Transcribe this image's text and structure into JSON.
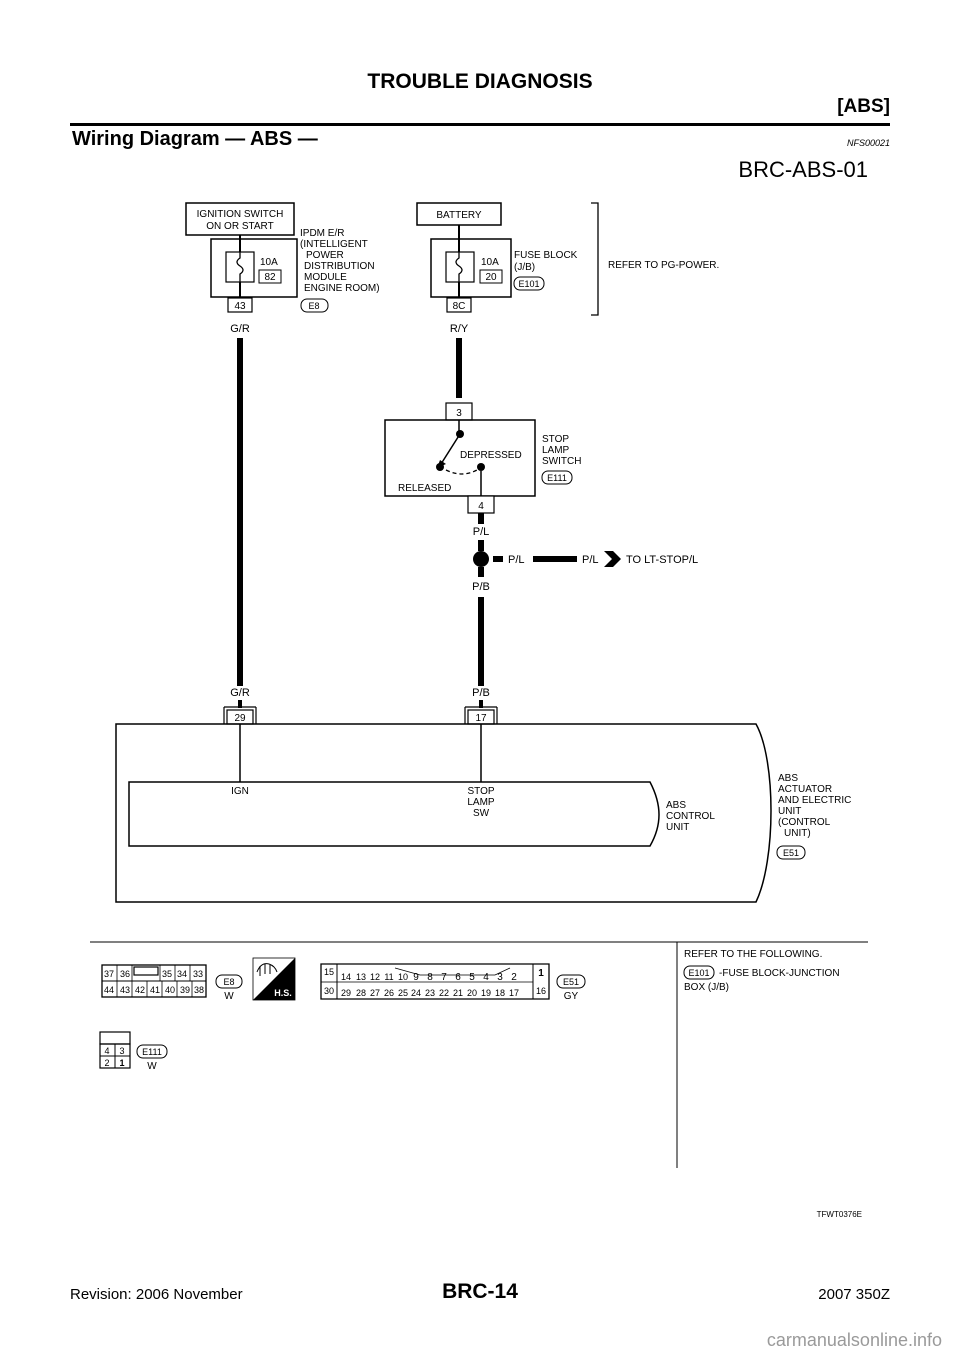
{
  "header": {
    "title": "TROUBLE DIAGNOSIS",
    "section": "[ABS]"
  },
  "section": {
    "title": "Wiring Diagram — ABS —",
    "code": "NFS00021"
  },
  "diagram": {
    "id": "BRC-ABS-01",
    "ignition_switch": [
      "IGNITION SWITCH",
      "ON OR START"
    ],
    "ipdm_label": [
      "IPDM E/R",
      "(INTELLIGENT",
      "POWER",
      "DISTRIBUTION",
      "MODULE",
      "ENGINE ROOM)"
    ],
    "ipdm_fuse": {
      "amps": "10A",
      "number": "82",
      "terminal": "43",
      "connector": "E8"
    },
    "battery": "BATTERY",
    "fuse_block_label": [
      "FUSE BLOCK",
      "(J/B)"
    ],
    "fuse_block_fuse": {
      "amps": "10A",
      "number": "20",
      "terminal": "8C",
      "connector": "E101"
    },
    "power_ref": "REFER TO PG-POWER.",
    "wire_ign": "G/R",
    "wire_batt": "R/Y",
    "stop_lamp": {
      "terminal_in": "3",
      "terminal_out": "4",
      "depressed": "DEPRESSED",
      "released": "RELEASED",
      "label": [
        "STOP",
        "LAMP",
        "SWITCH"
      ],
      "connector": "E111"
    },
    "wire_pl": "P/L",
    "wire_pl_branch": "P/L",
    "wire_pl_branch2": "P/L",
    "to_stop": "TO LT-STOP/L",
    "wire_pb": "P/B",
    "wire_gr_bottom": "G/R",
    "wire_pb_bottom": "P/B",
    "abs_terminal_ign": "29",
    "abs_terminal_stop": "17",
    "abs_input_ign": "IGN",
    "abs_input_stop": [
      "STOP",
      "LAMP",
      "SW"
    ],
    "abs_control_unit": [
      "ABS",
      "CONTROL",
      "UNIT"
    ],
    "abs_actuator": [
      "ABS",
      "ACTUATOR",
      "AND ELECTRIC",
      "UNIT",
      "(CONTROL",
      "UNIT)"
    ],
    "abs_connector": "E51"
  },
  "connectors": {
    "e8": {
      "top": [
        "37",
        "36",
        "35",
        "34",
        "33"
      ],
      "bottom": [
        "44",
        "43",
        "42",
        "41",
        "40",
        "39",
        "38"
      ],
      "id": "E8",
      "color": "W",
      "hs": "H.S."
    },
    "e51": {
      "left_top": "15",
      "left_bottom": "30",
      "top": [
        "14",
        "13",
        "12",
        "11",
        "10",
        "9",
        "8",
        "7",
        "6",
        "5",
        "4",
        "3",
        "2"
      ],
      "top_right": "1",
      "bottom": [
        "29",
        "28",
        "27",
        "26",
        "25",
        "24",
        "23",
        "22",
        "21",
        "20",
        "19",
        "18",
        "17"
      ],
      "right_bottom": "16",
      "id": "E51",
      "color": "GY"
    },
    "e111": {
      "top": [
        "4",
        "3"
      ],
      "bottom": [
        "2",
        "1"
      ],
      "id": "E111",
      "color": "W"
    },
    "refer_title": "REFER TO THE FOLLOWING.",
    "refer_connector": "E101",
    "refer_text": [
      "-FUSE BLOCK-JUNCTION",
      "BOX (J/B)"
    ]
  },
  "figure_code": "TFWT0376E",
  "footer": {
    "revision": "Revision: 2006 November",
    "page": "BRC-14",
    "model": "2007 350Z"
  },
  "watermark": "carmanualsonline.info"
}
